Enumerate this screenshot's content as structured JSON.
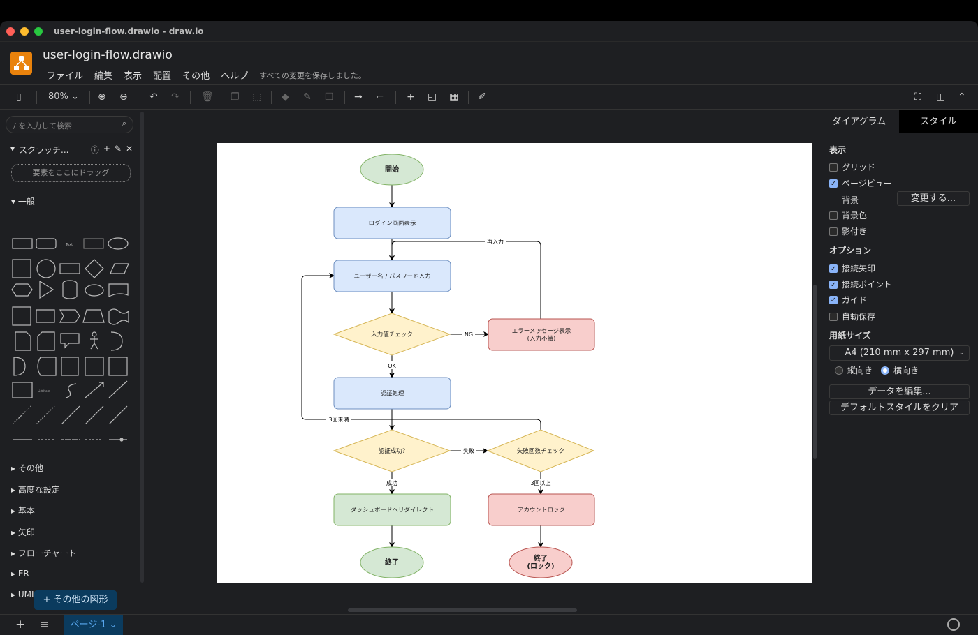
{
  "window": {
    "title": "user-login-flow.drawio - draw.io"
  },
  "header": {
    "file_name": "user-login-flow.drawio",
    "menu": [
      "ファイル",
      "編集",
      "表示",
      "配置",
      "その他",
      "ヘルプ"
    ],
    "save_status": "すべての変更を保存しました。"
  },
  "toolbar": {
    "zoom": "80%"
  },
  "left_panel": {
    "search_placeholder": "/ を入力して検索",
    "scratchpad": "スクラッチ...",
    "drop_hint": "要素をここにドラッグ",
    "general": "一般",
    "sections": [
      "その他",
      "高度な設定",
      "基本",
      "矢印",
      "フローチャート",
      "ER",
      "UML"
    ],
    "more_shapes": "+ その他の図形"
  },
  "right_panel": {
    "tabs": [
      "ダイアグラム",
      "スタイル"
    ],
    "view_heading": "表示",
    "grid": "グリッド",
    "page_view": "ページビュー",
    "background": "背景",
    "change": "変更する...",
    "background_color": "背景色",
    "shadow": "影付き",
    "options_heading": "オプション",
    "connection_arrows": "接続矢印",
    "connection_points": "接続ポイント",
    "guides": "ガイド",
    "autosave": "自動保存",
    "paper_size_heading": "用紙サイズ",
    "paper_size": "A4 (210 mm x 297 mm)",
    "portrait": "縦向き",
    "landscape": "横向き",
    "orientation": "landscape",
    "edit_data": "データを編集...",
    "clear_style": "デフォルトスタイルをクリア",
    "checked": {
      "grid": false,
      "page_view": true,
      "background_color": false,
      "shadow": false,
      "connection_arrows": true,
      "connection_points": true,
      "guides": true,
      "autosave": false
    }
  },
  "bottom": {
    "page_tab": "ページ-1"
  },
  "diagram": {
    "nodes": {
      "start": "開始",
      "login_screen": "ログイン画面表示",
      "input": "ユーザー名 / パスワード入力",
      "validate": "入力値チェック",
      "error1": "エラーメッセージ表示",
      "error2": "(入力不備)",
      "auth": "認証処理",
      "auth_ok": "認証成功?",
      "fail_count": "失敗回数チェック",
      "dashboard": "ダッシュボードへリダイレクト",
      "lock": "アカウントロック",
      "end": "終了",
      "end_lock1": "終了",
      "end_lock2": "(ロック)"
    },
    "edges": {
      "ng": "NG",
      "retry": "再入力",
      "ok": "OK",
      "under3": "3回未満",
      "fail": "失敗",
      "success": "成功",
      "over3": "3回以上"
    },
    "colors": {
      "green_fill": "#d5e8d4",
      "green_stroke": "#82b366",
      "blue_fill": "#dae8fc",
      "blue_stroke": "#6c8ebf",
      "yellow_fill": "#fff2cc",
      "yellow_stroke": "#d6b656",
      "red_fill": "#f8cecc",
      "red_stroke": "#b85450"
    }
  }
}
